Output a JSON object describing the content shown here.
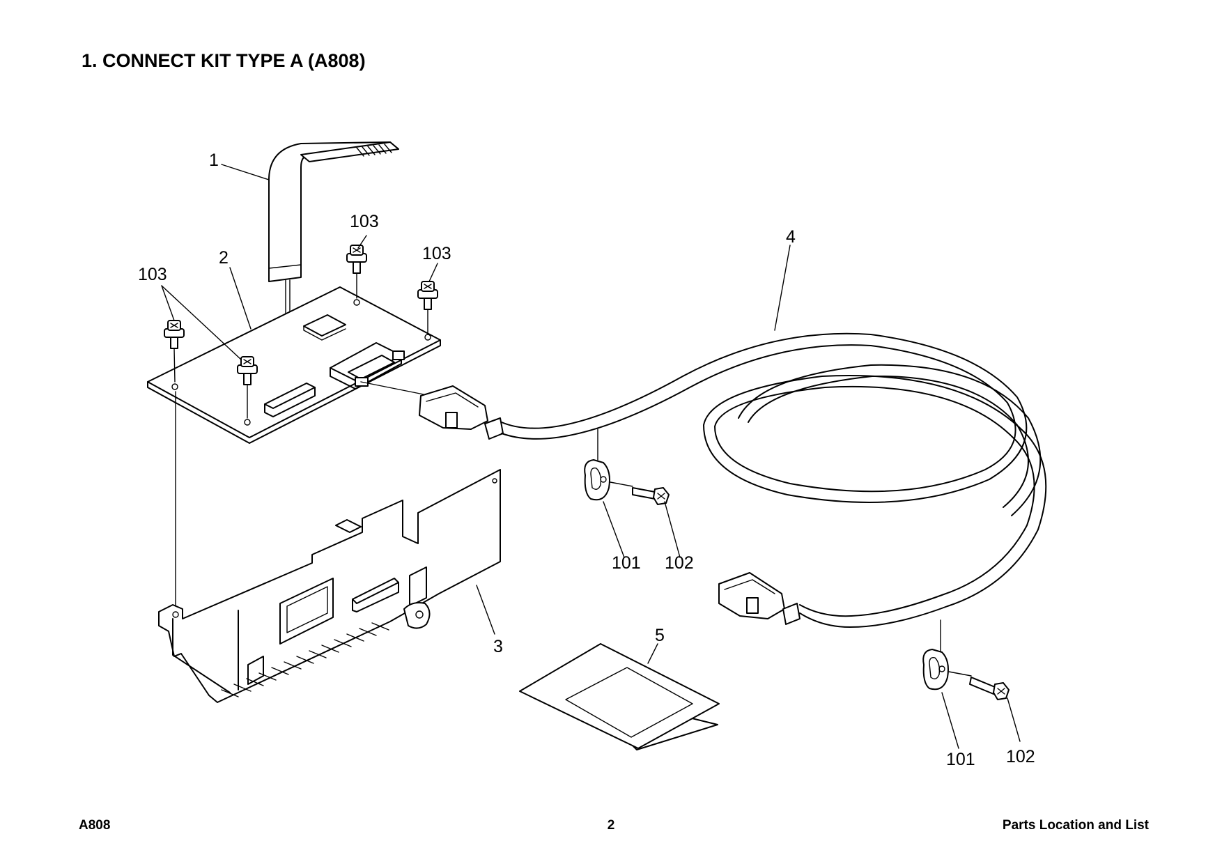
{
  "page": {
    "title": "1. CONNECT KIT TYPE A (A808)",
    "footer_left": "A808",
    "footer_center": "2",
    "footer_right": "Parts Location and List"
  },
  "diagram": {
    "callouts": [
      "1",
      "2",
      "103",
      "103",
      "103",
      "4",
      "3",
      "101",
      "102",
      "5",
      "101",
      "102"
    ]
  }
}
